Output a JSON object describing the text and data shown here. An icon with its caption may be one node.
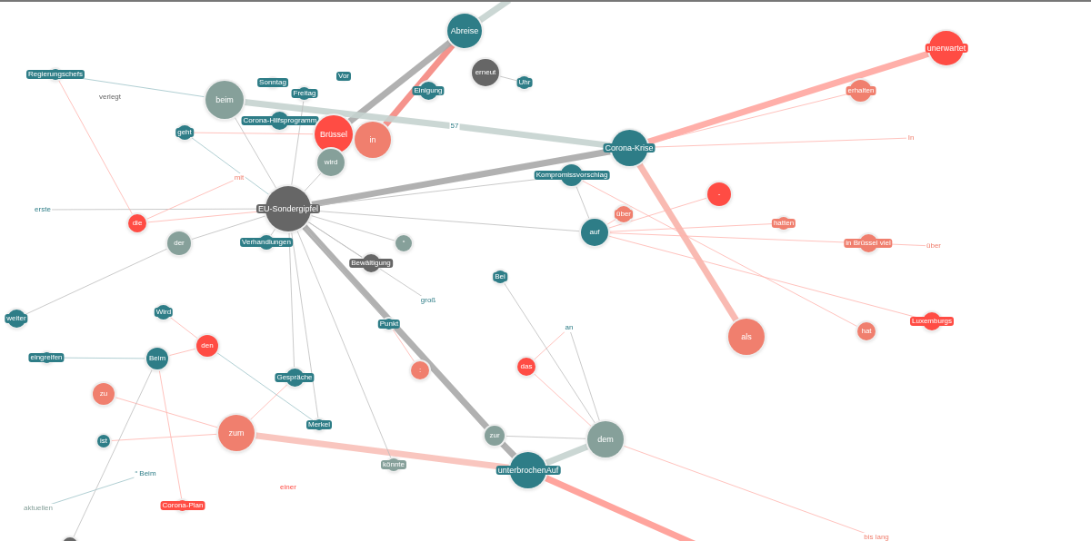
{
  "diagram": {
    "nodes": [
      {
        "text": [
          "Abreise"
        ]
      },
      {
        "text": [
          "unerwartet"
        ]
      },
      {
        "text": [
          "Regierungschefs"
        ]
      },
      {
        "text": [
          "Sonntag"
        ]
      },
      {
        "text": [
          "Freitag"
        ]
      },
      {
        "text": [
          "Vor"
        ]
      },
      {
        "text": [
          "erneut"
        ]
      },
      {
        "text": [
          "Uhr"
        ]
      },
      {
        "text": [
          "Einigung"
        ]
      },
      {
        "text": [
          "erhalten"
        ]
      },
      {
        "text": [
          "verlegt"
        ]
      },
      {
        "text": [
          "beim"
        ]
      },
      {
        "text": [
          "Corona-Hilfsprogramm"
        ]
      },
      {
        "text": [
          "geht"
        ]
      },
      {
        "text": [
          "Brüssel"
        ]
      },
      {
        "text": [
          "in"
        ]
      },
      {
        "text": [
          "57"
        ]
      },
      {
        "text": [
          "Corona-Krise"
        ]
      },
      {
        "text": [
          "In"
        ]
      },
      {
        "text": [
          "wird"
        ]
      },
      {
        "text": [
          "Kompromissvorschlag"
        ]
      },
      {
        "text": [
          "mit"
        ]
      },
      {
        "text": [
          "-"
        ]
      },
      {
        "text": [
          "EU-Sondergipfel"
        ]
      },
      {
        "text": [
          "erste"
        ]
      },
      {
        "text": [
          "die"
        ]
      },
      {
        "text": [
          "über"
        ]
      },
      {
        "text": [
          "hatten"
        ]
      },
      {
        "text": [
          "auf"
        ]
      },
      {
        "text": [
          "der"
        ]
      },
      {
        "text": [
          "Verhandlungen"
        ]
      },
      {
        "text": [
          "“"
        ]
      },
      {
        "text": [
          "in Brüssel viel"
        ]
      },
      {
        "text": [
          "über"
        ]
      },
      {
        "text": [
          "Bewältigung"
        ]
      },
      {
        "text": [
          "Bei"
        ]
      },
      {
        "text": [
          "groß"
        ]
      },
      {
        "text": [
          "Punkt"
        ]
      },
      {
        "text": [
          "an"
        ]
      },
      {
        "text": [
          "weiter"
        ]
      },
      {
        "text": [
          "Wird"
        ]
      },
      {
        "text": [
          "den"
        ]
      },
      {
        "text": [
          "als"
        ]
      },
      {
        "text": [
          "hat"
        ]
      },
      {
        "text": [
          "Luxemburgs"
        ]
      },
      {
        "text": [
          "eingreifen"
        ]
      },
      {
        "text": [
          "Beim"
        ]
      },
      {
        "text": [
          "das"
        ]
      },
      {
        "text": [
          ":"
        ]
      },
      {
        "text": [
          "zu"
        ]
      },
      {
        "text": [
          "Gespräche"
        ]
      },
      {
        "text": [
          "zum"
        ]
      },
      {
        "text": [
          "Merkel"
        ]
      },
      {
        "text": [
          "zur"
        ]
      },
      {
        "text": [
          "dem"
        ]
      },
      {
        "text": [
          "ist"
        ]
      },
      {
        "text": [
          "könnte"
        ]
      },
      {
        "text": [
          "unterbrochenAuf"
        ]
      },
      {
        "text": [
          "“ Beim"
        ]
      },
      {
        "text": [
          "einer"
        ]
      },
      {
        "text": [
          "aktuellen"
        ]
      },
      {
        "text": [
          "Corona-Plan"
        ]
      },
      {
        "text": [
          "bis lang"
        ]
      },
      {
        "text": [],
        "shape": "circle"
      }
    ],
    "edges": [
      {
        "from": 15,
        "to": 0,
        "arrow": "none",
        "style": "thick",
        "color": "#f4877f"
      },
      {
        "from": 14,
        "to": 0,
        "arrow": "none",
        "style": "thick",
        "color": "#a9a9a9"
      },
      {
        "from": 11,
        "to": 16,
        "arrow": "none",
        "style": "thick",
        "color": "#c5d3cf"
      },
      {
        "from": 16,
        "to": 17,
        "arrow": "none",
        "style": "thick",
        "color": "#c5d3cf"
      },
      {
        "from": 23,
        "to": 17,
        "arrow": "none",
        "style": "thick",
        "color": "#a9a9a9"
      },
      {
        "from": 17,
        "to": 1,
        "arrow": "none",
        "style": "thick",
        "color": "#ffa6a0"
      },
      {
        "from": 17,
        "to": 42,
        "arrow": "none",
        "style": "thick",
        "color": "#f8b3aa"
      },
      {
        "from": 23,
        "to": 53,
        "arrow": "none",
        "style": "thick",
        "color": "#a9a9a9"
      },
      {
        "from": 53,
        "to": 57,
        "arrow": "none",
        "style": "thick",
        "color": "#a9a9a9"
      },
      {
        "from": 51,
        "to": 57,
        "arrow": "none",
        "style": "thick",
        "color": "#f8c0b8"
      },
      {
        "from": 57,
        "to": 54,
        "arrow": "none",
        "style": "thick",
        "color": "#c5d3cf"
      },
      {
        "from": 57,
        "to": null,
        "arrow": "none",
        "style": "thick",
        "color": "#ff9a92"
      },
      {
        "from": 0,
        "to": null,
        "arrow": "none",
        "style": "thick",
        "color": "#c5d3cf"
      },
      {
        "from": 23,
        "to": 11,
        "arrow": "none"
      },
      {
        "from": 23,
        "to": 4,
        "arrow": "none"
      },
      {
        "from": 23,
        "to": 13,
        "arrow": "none",
        "color": "#9ec3c8"
      },
      {
        "from": 23,
        "to": 24,
        "arrow": "none"
      },
      {
        "from": 23,
        "to": 25,
        "arrow": "none",
        "color": "#ffb3ad"
      },
      {
        "from": 23,
        "to": 29,
        "arrow": "none"
      },
      {
        "from": 23,
        "to": 30,
        "arrow": "none"
      },
      {
        "from": 23,
        "to": 34,
        "arrow": "none"
      },
      {
        "from": 23,
        "to": 37,
        "arrow": "none"
      },
      {
        "from": 23,
        "to": 50,
        "arrow": "none"
      },
      {
        "from": 23,
        "to": 52,
        "arrow": "none"
      },
      {
        "from": 23,
        "to": 20,
        "arrow": "none"
      },
      {
        "from": 23,
        "to": 28,
        "arrow": "none"
      },
      {
        "from": 23,
        "to": 31,
        "arrow": "none"
      },
      {
        "from": 23,
        "to": 56,
        "arrow": "none"
      },
      {
        "from": 23,
        "to": 19,
        "arrow": "none"
      },
      {
        "from": 23,
        "to": 36,
        "arrow": "none"
      },
      {
        "from": 2,
        "to": 11,
        "arrow": "none",
        "color": "#9ec3c8"
      },
      {
        "from": 13,
        "to": 14,
        "arrow": "none",
        "color": "#ffb3ad"
      },
      {
        "from": 2,
        "to": 25,
        "arrow": "none",
        "color": "#ffb3ad"
      },
      {
        "from": 25,
        "to": 21,
        "arrow": "none",
        "color": "#ffb3ad"
      },
      {
        "from": 17,
        "to": 9,
        "arrow": "none",
        "color": "#ffb3ad"
      },
      {
        "from": 17,
        "to": 18,
        "arrow": "none",
        "color": "#ffb3ad"
      },
      {
        "from": 28,
        "to": 26,
        "arrow": "none",
        "color": "#ffb3ad"
      },
      {
        "from": 28,
        "to": 27,
        "arrow": "none",
        "color": "#ffb3ad"
      },
      {
        "from": 28,
        "to": 32,
        "arrow": "none",
        "color": "#ffb3ad"
      },
      {
        "from": 32,
        "to": 33,
        "arrow": "none",
        "color": "#ffb3ad"
      },
      {
        "from": 28,
        "to": 44,
        "arrow": "none",
        "color": "#ffb3ad"
      },
      {
        "from": 20,
        "to": 43,
        "arrow": "none",
        "color": "#ffb3ad"
      },
      {
        "from": 28,
        "to": 22,
        "arrow": "none",
        "color": "#ffb3ad"
      },
      {
        "from": 20,
        "to": 28,
        "arrow": "none"
      },
      {
        "from": 47,
        "to": 54,
        "arrow": "none",
        "color": "#ffb3ad"
      },
      {
        "from": 47,
        "to": 38,
        "arrow": "none",
        "color": "#ffb3ad"
      },
      {
        "from": 35,
        "to": 54,
        "arrow": "none"
      },
      {
        "from": 38,
        "to": 54,
        "arrow": "none"
      },
      {
        "from": 54,
        "to": 62,
        "arrow": "none",
        "color": "#ffb3ad"
      },
      {
        "from": 48,
        "to": 37,
        "arrow": "none",
        "color": "#ffb3ad"
      },
      {
        "from": 45,
        "to": 46,
        "arrow": "none",
        "color": "#9ec3c8"
      },
      {
        "from": 46,
        "to": 41,
        "arrow": "none",
        "color": "#ffb3ad"
      },
      {
        "from": 40,
        "to": 41,
        "arrow": "none",
        "color": "#ffb3ad"
      },
      {
        "from": 41,
        "to": 52,
        "arrow": "none",
        "color": "#9ec3c8"
      },
      {
        "from": 49,
        "to": 51,
        "arrow": "none",
        "color": "#ffb3ad"
      },
      {
        "from": 55,
        "to": 51,
        "arrow": "none",
        "color": "#ffb3ad"
      },
      {
        "from": 58,
        "to": 60,
        "arrow": "none",
        "color": "#9ec3c8"
      },
      {
        "from": 51,
        "to": 50,
        "arrow": "none",
        "color": "#ffb3ad"
      },
      {
        "from": 46,
        "to": 63,
        "arrow": "none"
      },
      {
        "from": 6,
        "to": 7,
        "arrow": "none"
      },
      {
        "from": 39,
        "to": 29,
        "arrow": "none"
      },
      {
        "from": 61,
        "to": 46,
        "arrow": "none",
        "color": "#ffb3ad"
      },
      {
        "from": 53,
        "to": 54,
        "arrow": "none"
      }
    ]
  }
}
